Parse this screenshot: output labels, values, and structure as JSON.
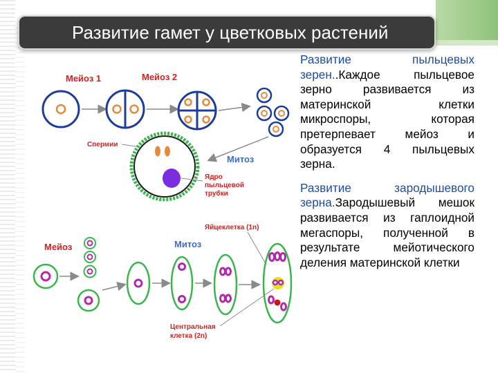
{
  "title": "Развитие гамет у цветковых растений",
  "pollen": {
    "heading": "Развитие пыльцевых зерен.",
    "body": ".Каждое пыльцевое зерно развивается из материнской клетки микроспоры, которая претерпевает мейоз и образуется 4 пыльцевых зерна."
  },
  "embryo": {
    "heading": "Развитие зародышевого зерна.",
    "body": "Зародышевый мешок развивается из гаплоидной мегаспоры, полученной в результате мейотического деления материнской клетки"
  },
  "diagram_labels": {
    "meiosis1": "Мейоз 1",
    "meiosis2": "Мейоз 2",
    "sperm": "Спермии",
    "mitosis_top": "Митоз",
    "tube_nucleus_1": "Ядро",
    "tube_nucleus_2": "пыльцевой",
    "tube_nucleus_3": "трубки",
    "egg_cell": "Яйцеклетка (1n)",
    "meiosis": "Мейоз",
    "mitosis_bottom": "Митоз",
    "central_cell_1": "Центральная",
    "central_cell_2": "клетка (2n)"
  },
  "colors": {
    "label_red": "#d42020",
    "label_blue": "#3a6fc9",
    "cell_green": "#39b54a",
    "nucleus_orange": "#e7893d",
    "nucleus_magenta": "#b12aa9",
    "tube_nucleus_purple": "#7a2ee0",
    "arrow_gray": "#8a8a8a",
    "cell_outline_blue": "#1c3c9c"
  }
}
